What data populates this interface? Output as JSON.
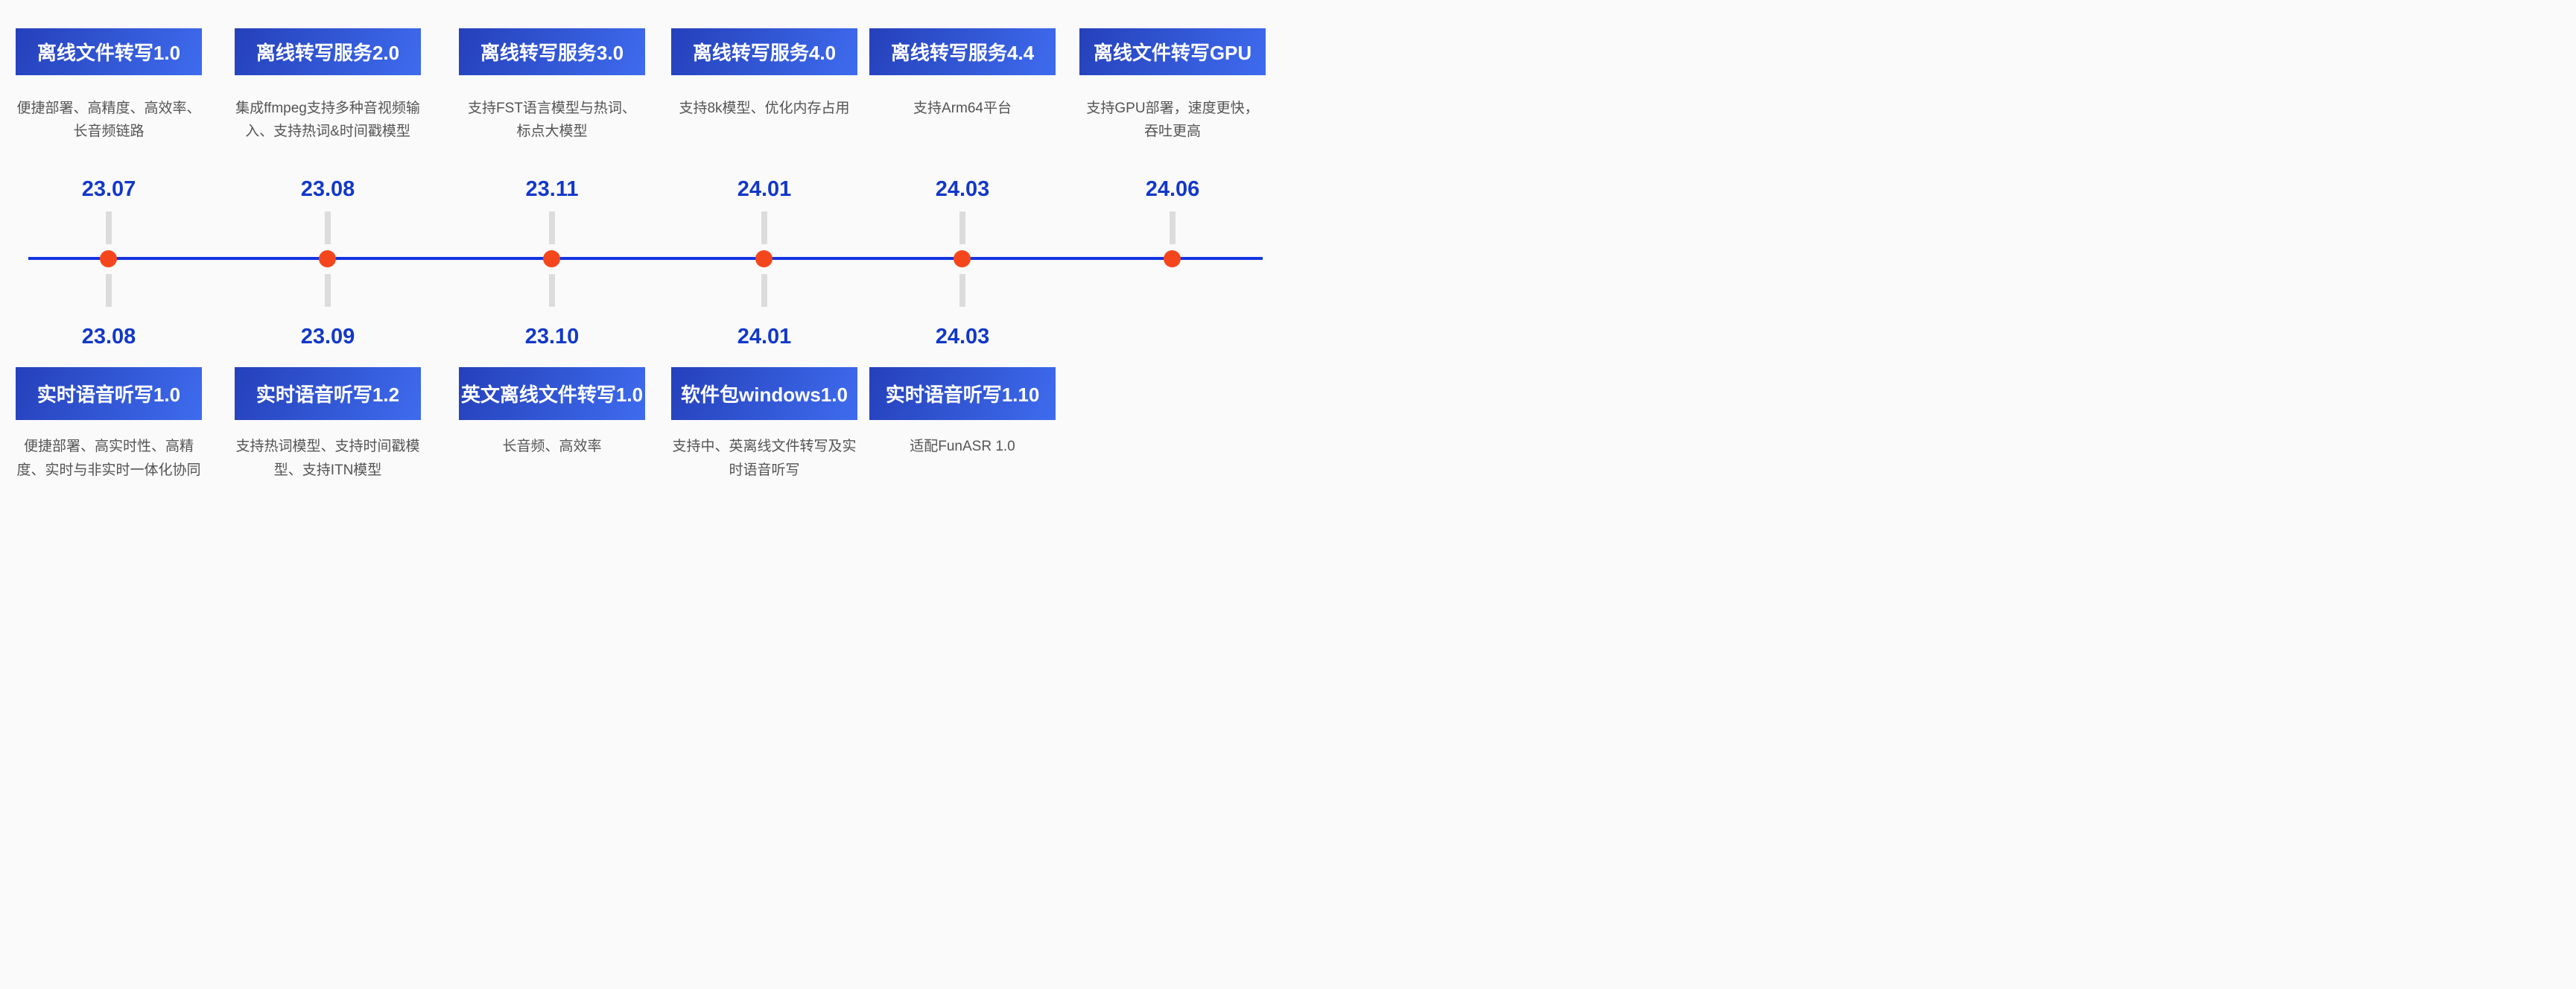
{
  "theme": {
    "page_bg": "#fafafa",
    "line_blue": "#1435e0",
    "dot_orange": "#f4461c",
    "tick_gray": "#dcdcdc",
    "date_blue": "#1238c8",
    "badge_grad_start": "#2540ba",
    "badge_grad_end": "#3e6cee",
    "desc_gray": "#545454"
  },
  "top_entries": [
    {
      "date": "23.07",
      "title": "离线文件转写1.0",
      "desc": "便捷部署、高精度、高效率、\n长音频链路"
    },
    {
      "date": "23.08",
      "title": "离线转写服务2.0",
      "desc": "集成ffmpeg支持多种音视频输\n入、支持热词&时间戳模型"
    },
    {
      "date": "23.11",
      "title": "离线转写服务3.0",
      "desc": "支持FST语言模型与热词、\n标点大模型"
    },
    {
      "date": "24.01",
      "title": "离线转写服务4.0",
      "desc": "支持8k模型、优化内存占用"
    },
    {
      "date": "24.03",
      "title": "离线转写服务4.4",
      "desc": "支持Arm64平台"
    },
    {
      "date": "24.06",
      "title": "离线文件转写GPU",
      "desc": "支持GPU部署，速度更快，\n吞吐更高"
    }
  ],
  "bottom_entries": [
    {
      "date": "23.08",
      "title": "实时语音听写1.0",
      "desc": "便捷部署、高实时性、高精\n度、实时与非实时一体化协同"
    },
    {
      "date": "23.09",
      "title": "实时语音听写1.2",
      "desc": "支持热词模型、支持时间戳模\n型、支持ITN模型"
    },
    {
      "date": "23.10",
      "title": "英文离线文件转写1.0",
      "desc": "长音频、高效率"
    },
    {
      "date": "24.01",
      "title": "软件包windows1.0",
      "desc": "支持中、英离线文件转写及实\n时语音听写"
    },
    {
      "date": "24.03",
      "title": "实时语音听写1.10",
      "desc": "适配FunASR 1.0"
    }
  ]
}
